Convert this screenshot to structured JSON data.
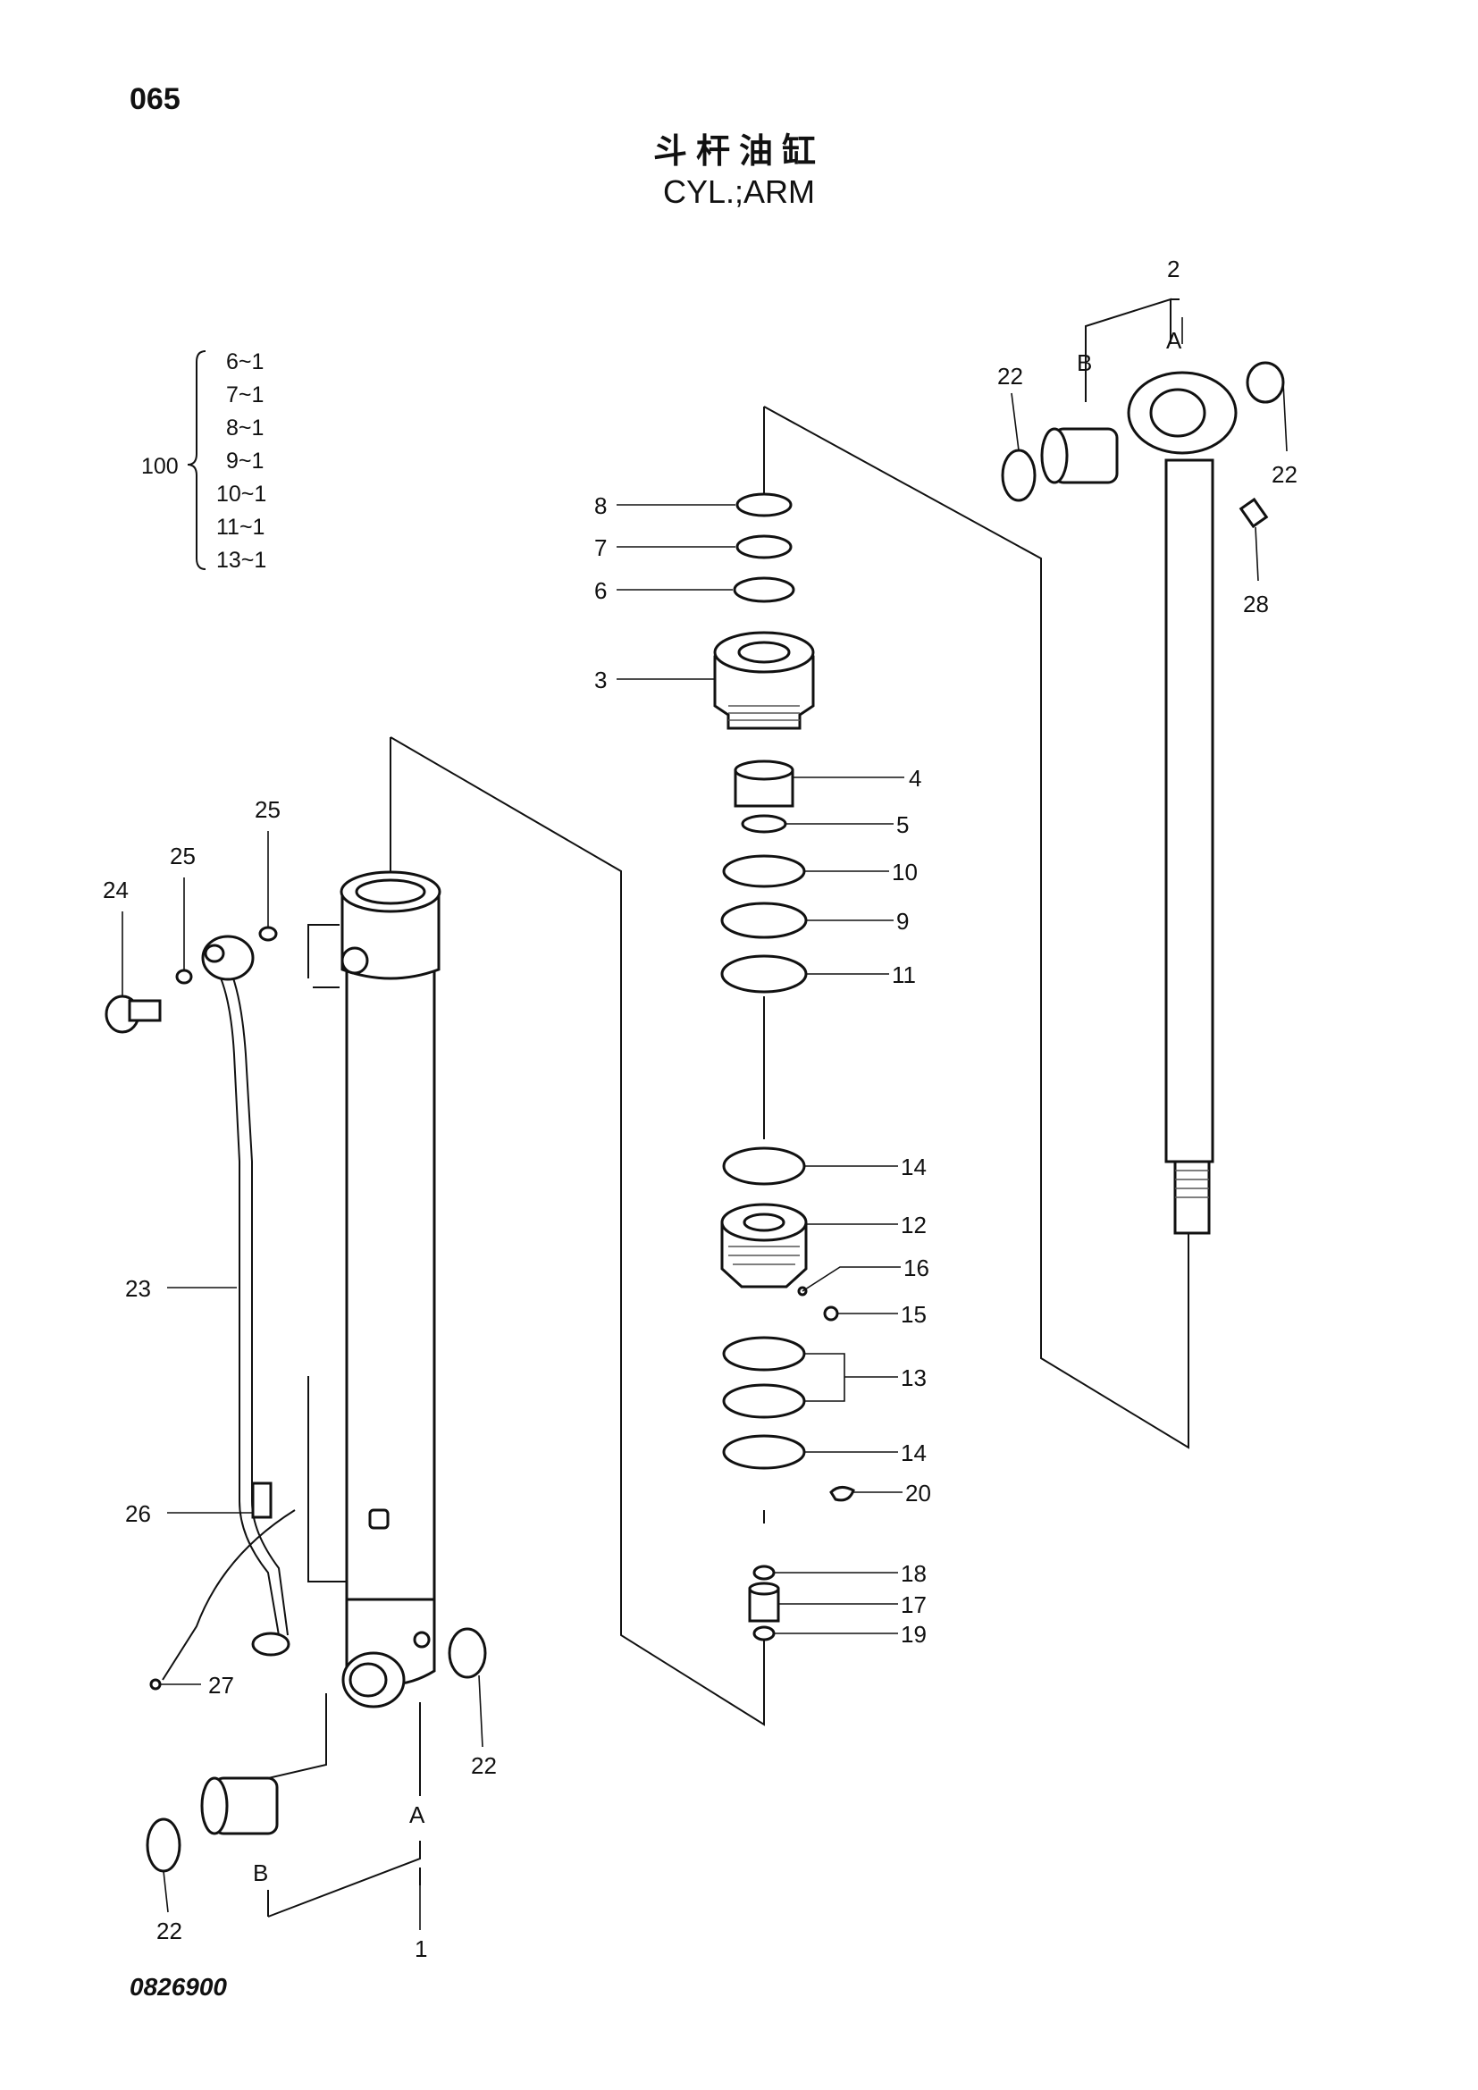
{
  "header": {
    "page_number": "065",
    "title_cn": "斗杆油缸",
    "title_en": "CYL.;ARM"
  },
  "kit": {
    "number": "100",
    "items": [
      "6~1",
      "7~1",
      "8~1",
      "9~1",
      "10~1",
      "11~1",
      "13~1"
    ]
  },
  "callouts": {
    "p1": "1",
    "p2": "2",
    "p3": "3",
    "p4": "4",
    "p5": "5",
    "p6": "6",
    "p7": "7",
    "p8": "8",
    "p9": "9",
    "p10": "10",
    "p11": "11",
    "p12": "12",
    "p13": "13",
    "p14a": "14",
    "p14b": "14",
    "p15": "15",
    "p16": "16",
    "p17": "17",
    "p18": "18",
    "p19": "19",
    "p20": "20",
    "p22a": "22",
    "p22b": "22",
    "p22c": "22",
    "p22d": "22",
    "p23": "23",
    "p24": "24",
    "p25a": "25",
    "p25b": "25",
    "p26": "26",
    "p27": "27",
    "p28": "28",
    "markA_rod": "A",
    "markB_rod": "B",
    "markA_tube": "A",
    "markB_tube": "B"
  },
  "footer": {
    "doc_code": "0826900"
  }
}
